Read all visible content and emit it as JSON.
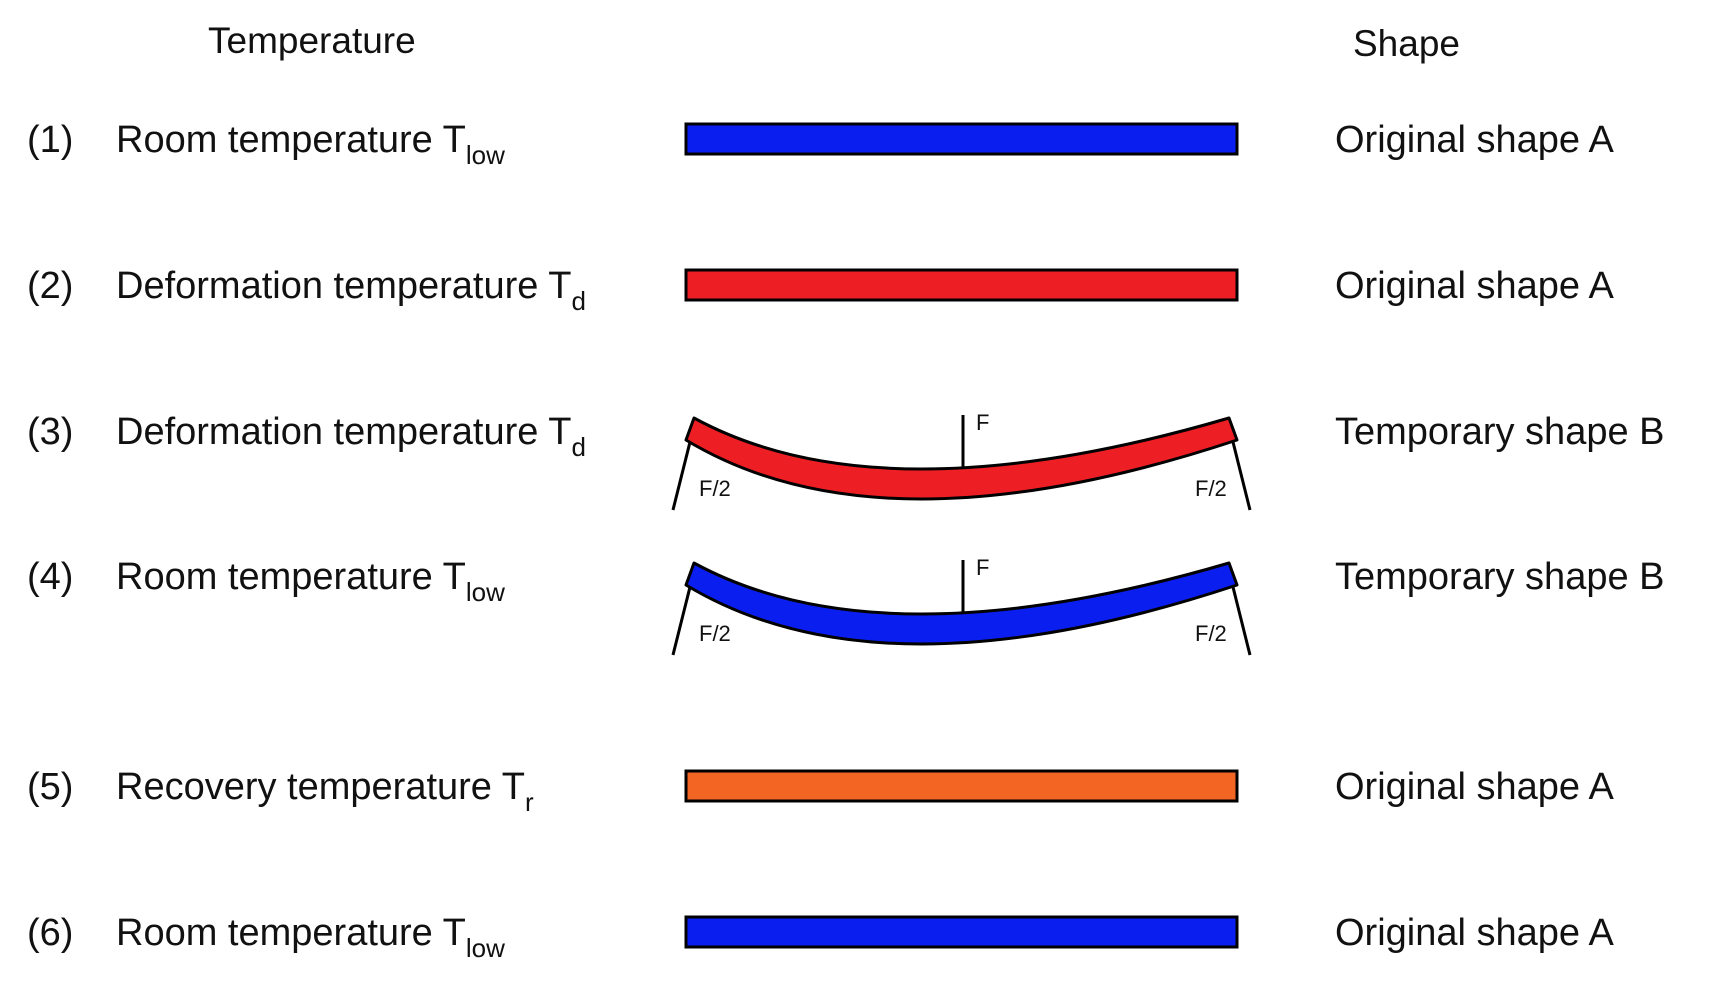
{
  "headers": {
    "temperature": "Temperature",
    "shape": "Shape"
  },
  "rows": [
    {
      "num": "(1)",
      "label": "Room temperature T",
      "sub": "low",
      "shape": "Original shape A",
      "color": "#0a1fef",
      "bent": false
    },
    {
      "num": "(2)",
      "label": "Deformation temperature T",
      "sub": "d",
      "shape": "Original shape A",
      "color": "#ee1f24",
      "bent": false
    },
    {
      "num": "(3)",
      "label": "Deformation temperature T",
      "sub": "d",
      "shape": "Temporary shape B",
      "color": "#ee1f24",
      "bent": true
    },
    {
      "num": "(4)",
      "label": "Room temperature T",
      "sub": "low",
      "shape": "Temporary shape B",
      "color": "#0a1fef",
      "bent": true
    },
    {
      "num": "(5)",
      "label": "Recovery temperature T",
      "sub": "r",
      "shape": "Original shape A",
      "color": "#f26522",
      "bent": false
    },
    {
      "num": "(6)",
      "label": "Room temperature T",
      "sub": "low",
      "shape": "Original shape A",
      "color": "#0a1fef",
      "bent": false
    }
  ],
  "forces": {
    "center": "F",
    "support_left": "F/2",
    "support_right": "F/2"
  }
}
